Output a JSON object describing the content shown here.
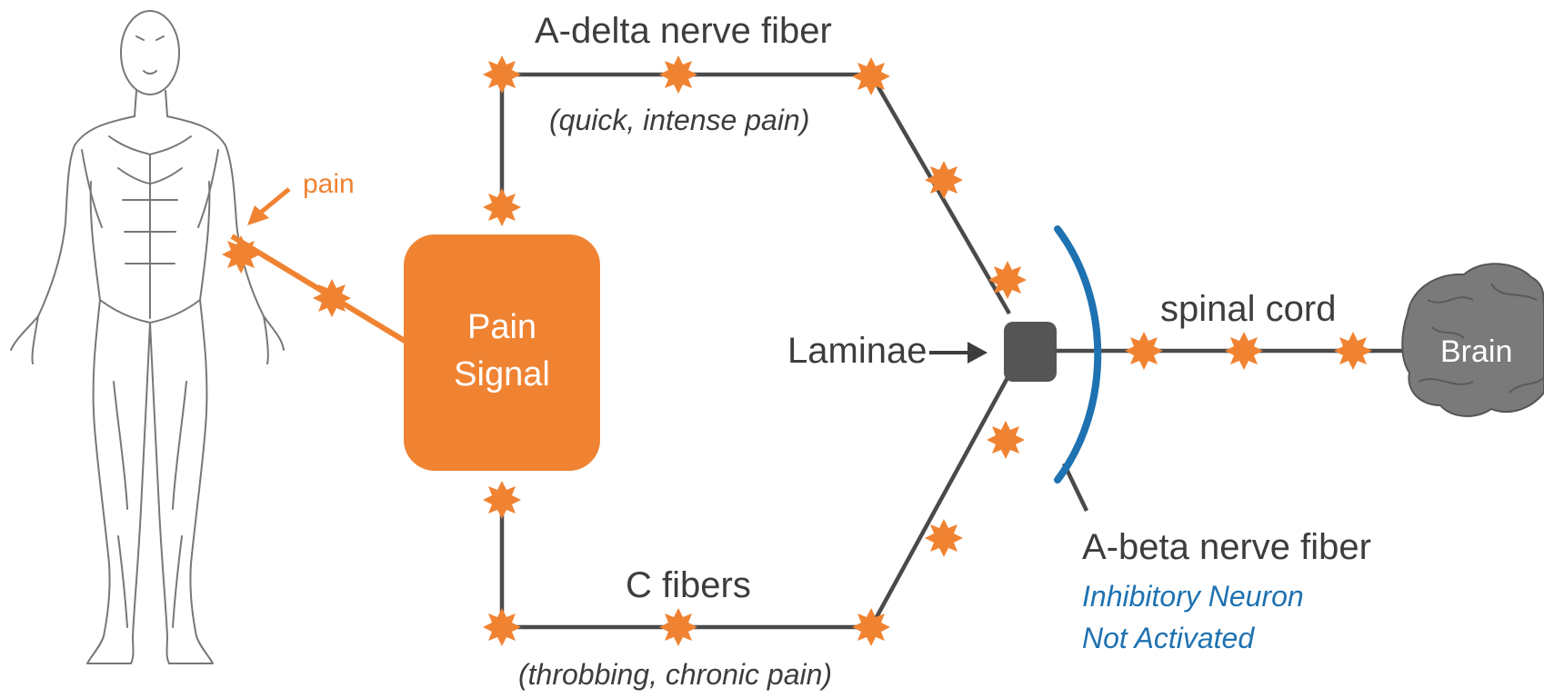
{
  "diagram": {
    "pain_label": "pain",
    "pain_signal": [
      "Pain",
      "Signal"
    ],
    "a_delta": {
      "title": "A-delta nerve fiber",
      "subtitle": "(quick, intense pain)"
    },
    "c_fibers": {
      "title": "C fibers",
      "subtitle": "(throbbing, chronic pain)"
    },
    "laminae_label": "Laminae",
    "spinal_cord_label": "spinal cord",
    "brain_label": "Brain",
    "a_beta": {
      "title": "A-beta nerve fiber",
      "line1": "Inhibitory Neuron",
      "line2": "Not Activated"
    },
    "colors": {
      "orange": "#f08332",
      "dark": "#4a4a4a",
      "blue": "#1f72b1",
      "brain": "#7a7a7a"
    }
  }
}
